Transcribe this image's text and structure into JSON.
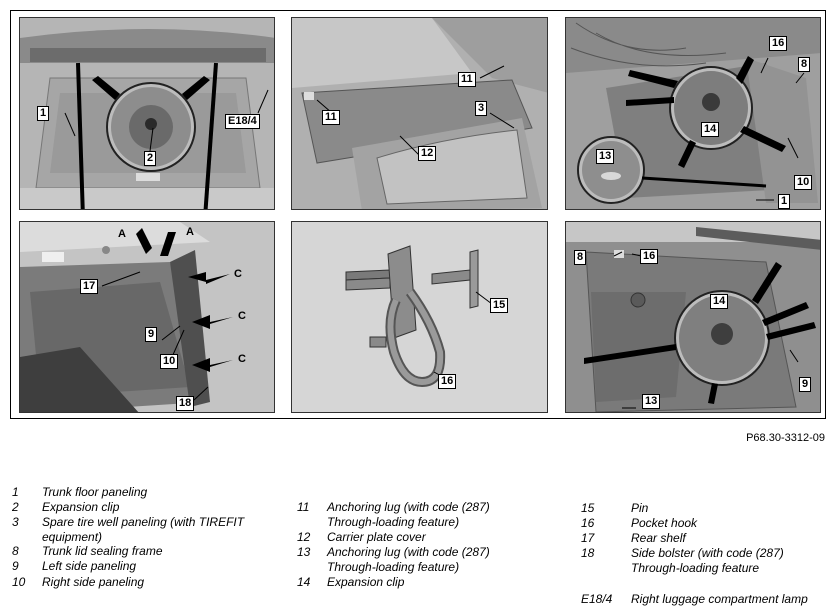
{
  "figure_ref": "P68.30-3312-09",
  "callouts": {
    "p1": [
      "1",
      "2",
      "E18/4"
    ],
    "p2": [
      "11",
      "11",
      "3",
      "12"
    ],
    "p3": [
      "16",
      "8",
      "14",
      "13",
      "10",
      "1"
    ],
    "p4": [
      "A",
      "A",
      "17",
      "C",
      "C",
      "9",
      "10",
      "C",
      "18"
    ],
    "p5": [
      "15",
      "16"
    ],
    "p6": [
      "8",
      "16",
      "14",
      "9",
      "13"
    ]
  },
  "legend": {
    "col1": [
      {
        "num": "1",
        "text": "Trunk floor paneling"
      },
      {
        "num": "2",
        "text": "Expansion clip"
      },
      {
        "num": "3",
        "text": "Spare tire well paneling (with TIREFIT",
        "text2": "equipment)"
      },
      {
        "num": "8",
        "text": "Trunk lid sealing frame"
      },
      {
        "num": "9",
        "text": "Left side paneling"
      },
      {
        "num": "10",
        "text": "Right side paneling"
      }
    ],
    "col2": [
      {
        "num": "11",
        "text": "Anchoring lug (with code (287)",
        "text2": "Through-loading feature)"
      },
      {
        "num": "12",
        "text": "Carrier plate cover"
      },
      {
        "num": "13",
        "text": "Anchoring lug (with code (287)",
        "text2": "Through-loading feature)"
      },
      {
        "num": "14",
        "text": "Expansion clip"
      }
    ],
    "col3": [
      {
        "num": "15",
        "text": "Pin"
      },
      {
        "num": "16",
        "text": "Pocket hook"
      },
      {
        "num": "17",
        "text": "Rear shelf"
      },
      {
        "num": "18",
        "text": "Side bolster (with code (287)",
        "text2": "Through-loading feature"
      },
      {
        "num": "E18/4",
        "text": "Right luggage compartment lamp"
      }
    ]
  }
}
